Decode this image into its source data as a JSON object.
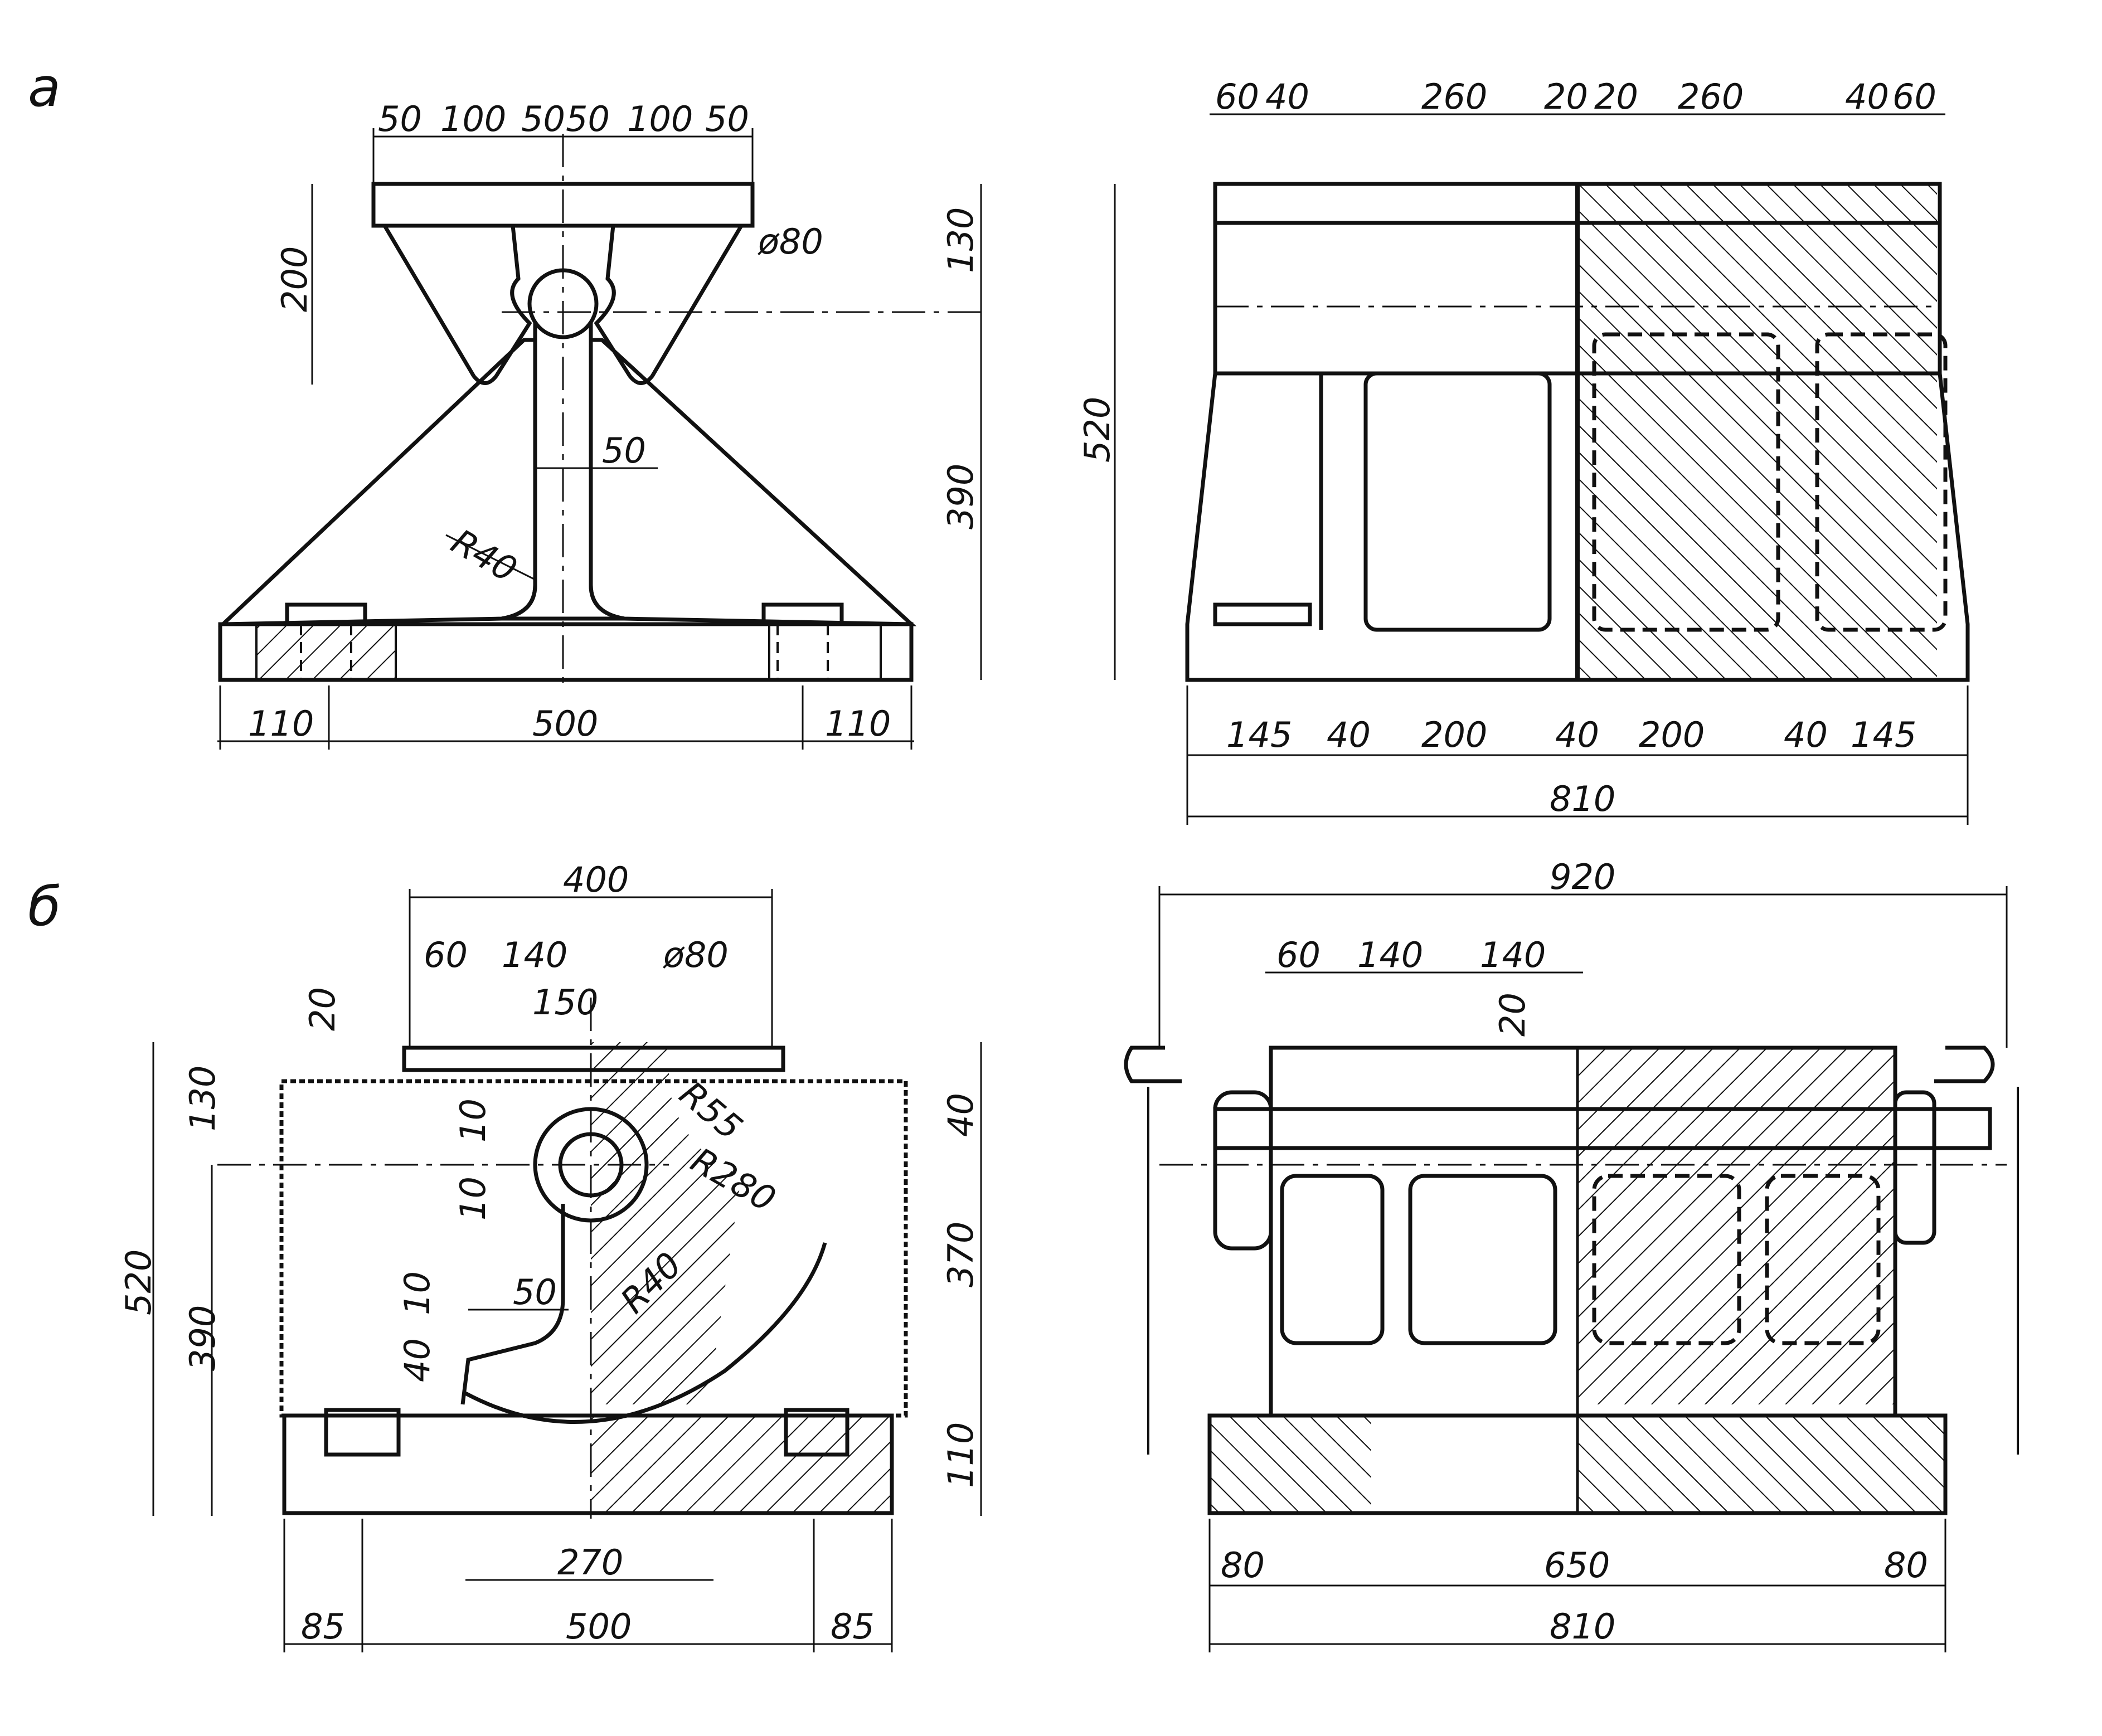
{
  "labels": {
    "a": "а",
    "b": "б"
  },
  "view_a_front": {
    "top": [
      "50",
      "100",
      "50",
      "50",
      "100",
      "50"
    ],
    "h200": "200",
    "h130": "130",
    "h390": "390",
    "dia": "ø80",
    "rib": "50",
    "radius": "R40",
    "bottom": [
      "110",
      "500",
      "110"
    ]
  },
  "view_a_side": {
    "top": [
      "60",
      "40",
      "260",
      "20",
      "20",
      "260",
      "40",
      "60"
    ],
    "h520": "520",
    "bottom": [
      "145",
      "40",
      "200",
      "40",
      "200",
      "40",
      "145"
    ],
    "total": "810"
  },
  "view_b_front": {
    "w400": "400",
    "top": [
      "60",
      "140"
    ],
    "w150": "150",
    "dia": "ø80",
    "d20": "20",
    "h130": "130",
    "h520": "520",
    "h390": "390",
    "d10a": "10",
    "d10b": "10",
    "r55": "R55",
    "r280": "R280",
    "w50": "50",
    "r40": "R40",
    "d10c": "10",
    "d40": "40",
    "h40": "40",
    "h370": "370",
    "h110": "110",
    "w270": "270",
    "bottom": [
      "85",
      "500",
      "85"
    ]
  },
  "view_b_side": {
    "total_top": "920",
    "top": [
      "60",
      "140",
      "140"
    ],
    "d20": "20",
    "bottom": [
      "80",
      "650",
      "80"
    ],
    "total": "810"
  },
  "colors": {
    "ink": "#111111",
    "paper": "#ffffff"
  }
}
